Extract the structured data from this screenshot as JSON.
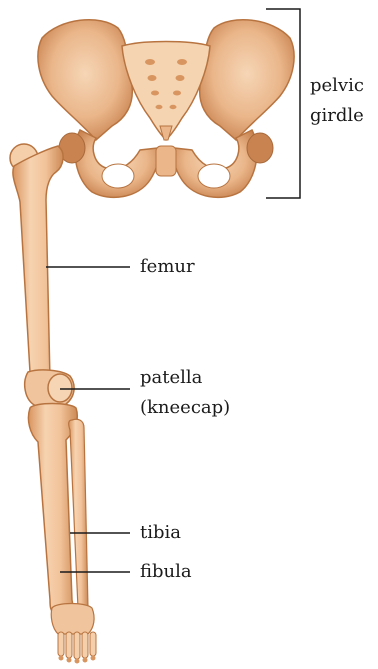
{
  "labels": {
    "pelvic_line1": "pelvic",
    "pelvic_line2": "girdle",
    "femur": "femur",
    "patella_line1": "patella",
    "patella_line2": "(kneecap)",
    "tibia": "tibia",
    "fibula": "fibula"
  },
  "colors": {
    "bone_fill": "#f2c7a0",
    "bone_shade": "#d9955f",
    "bone_dark": "#b87440",
    "leader_line": "#1a1a1a"
  }
}
